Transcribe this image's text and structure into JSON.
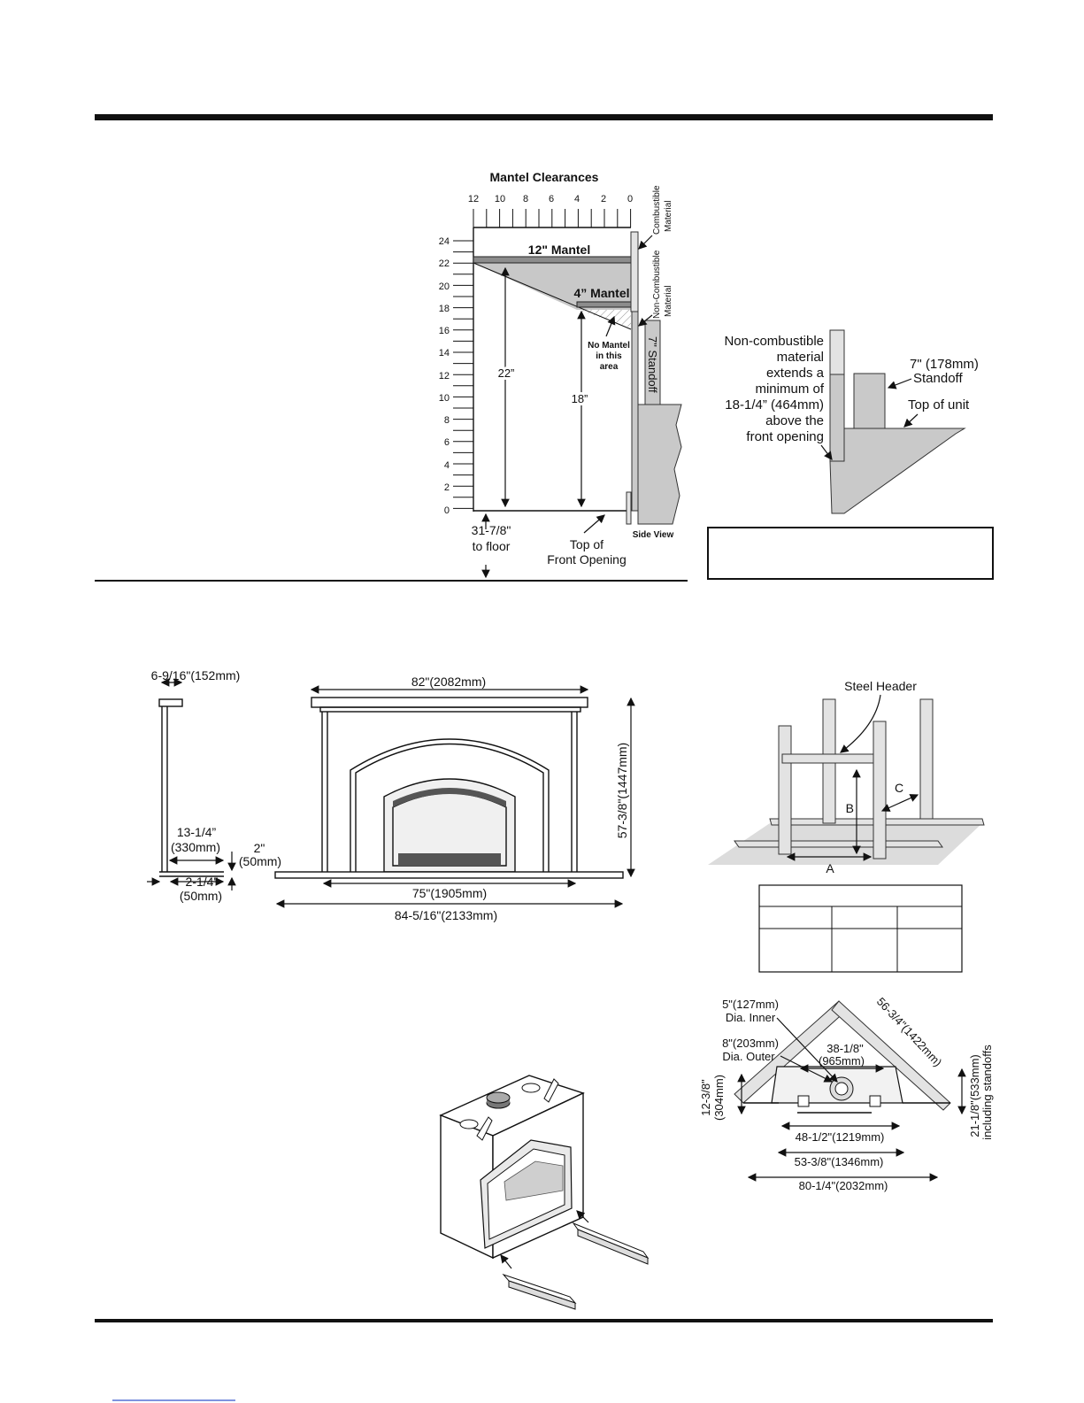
{
  "mantel": {
    "title": "Mantel Clearances",
    "top_ticks": [
      "12",
      "10",
      "8",
      "6",
      "4",
      "2",
      "0"
    ],
    "left_ticks": [
      "24",
      "22",
      "20",
      "18",
      "16",
      "14",
      "12",
      "10",
      "8",
      "6",
      "4",
      "2",
      "0"
    ],
    "mantel12_label": "12\" Mantel",
    "mantel4_label": "4” Mantel",
    "no_mantel": [
      "No Mantel",
      "in this",
      "area"
    ],
    "dim22": "22”",
    "dim18": "18”",
    "combustible": [
      "Combustible",
      "Material"
    ],
    "noncombustible": [
      "Non-Combustible",
      "Material"
    ],
    "standoff_vertical": "7\" Standoff",
    "to_floor": [
      "31-7/8\"",
      "to floor"
    ],
    "top_of_front": [
      "Top of",
      "Front Opening"
    ],
    "side_view": "Side View"
  },
  "standoff": {
    "noncomb_text": [
      "Non-combustible",
      "material",
      "extends a",
      "minimum of",
      "18-1/4” (464mm)",
      "above the",
      "front opening"
    ],
    "standoff_label": [
      "7\" (178mm)",
      "Standoff"
    ],
    "top_of_unit": "Top of unit"
  },
  "elevation": {
    "side_depth": "6-9/16\"(152mm)",
    "side_inner": [
      "13-1/4”",
      "(330mm)"
    ],
    "side_bottom": [
      "2-1/4\"",
      "(50mm)"
    ],
    "two_in": [
      "2\"",
      "(50mm)"
    ],
    "width_top": "82\"(2082mm)",
    "height": "57-3/8\"(1447mm)",
    "inner_width": "75\"(1905mm)",
    "overall_width": "84-5/16\"(2133mm)"
  },
  "framing": {
    "steel_header": "Steel Header",
    "label_a": "A",
    "label_b": "B",
    "label_c": "C"
  },
  "corner": {
    "inner_dia": [
      "5\"(127mm)",
      "Dia. Inner"
    ],
    "outer_dia": [
      "8\"(203mm)",
      "Dia. Outer"
    ],
    "diag": "56-3/4\"(1422mm)",
    "center": [
      "38-1/8\"",
      "(965mm)"
    ],
    "left_h": [
      "12-3/8\"",
      "(304mm)"
    ],
    "right_h": [
      "21-1/8\"(533mm)",
      "including standoffs"
    ],
    "w1": "48-1/2\"(1219mm)",
    "w2": "53-3/8\"(1346mm)",
    "w3": "80-1/4\"(2032mm)"
  }
}
